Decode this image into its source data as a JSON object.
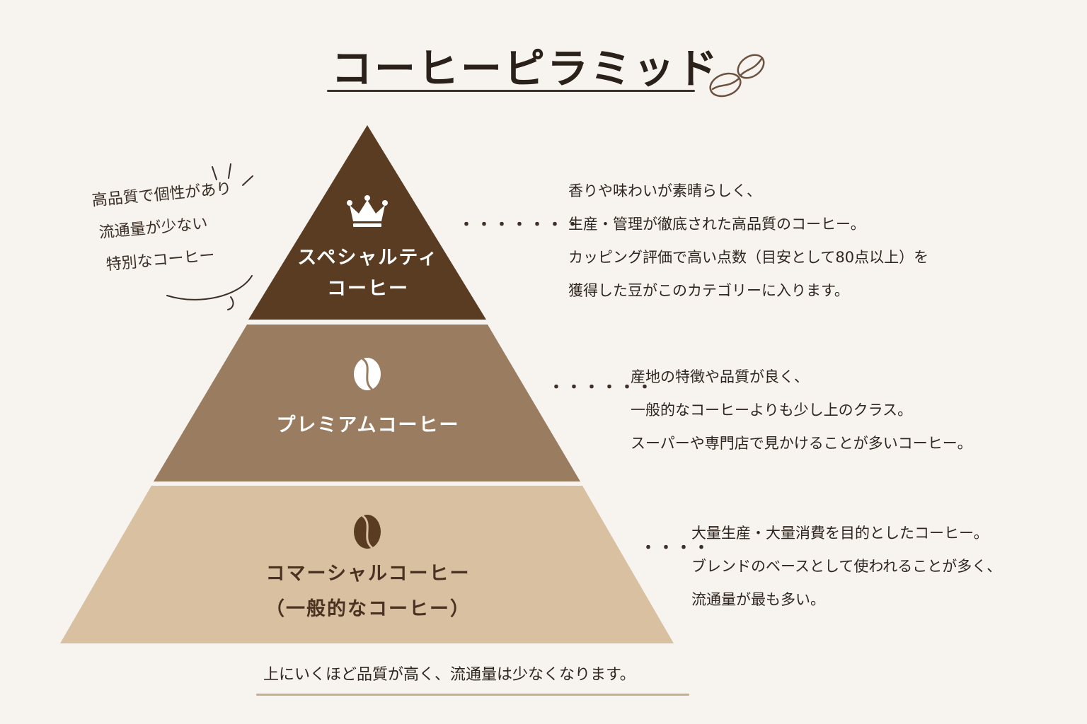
{
  "title": "コーヒーピラミッド",
  "colors": {
    "background": "#f7f3ee",
    "tier_top": "#5a3c23",
    "tier_mid": "#9a7d60",
    "tier_bottom": "#d8c0a1",
    "text_dark": "#2f2620"
  },
  "icons": {
    "title_decoration": "coffee-beans-icon",
    "top": "crown-icon",
    "middle": "coffee-bean-icon",
    "bottom": "coffee-bean-icon"
  },
  "callout": {
    "lines": [
      "高品質で個性があり",
      "流通量が少ない",
      "特別なコーヒー"
    ]
  },
  "tiers": [
    {
      "label_lines": [
        "スペシャルティ",
        "コーヒー"
      ],
      "dots": "・・・・・・・",
      "description": [
        "香りや味わいが素晴らしく、",
        "生産・管理が徹底された高品質のコーヒー。",
        "カッピング評価で高い点数（目安として80点以上）を",
        "獲得した豆がこのカテゴリーに入ります。"
      ]
    },
    {
      "label_lines": [
        "プレミアムコーヒー"
      ],
      "dots": "・・・・・・",
      "description": [
        "産地の特徴や品質が良く、",
        "一般的なコーヒーよりも少し上のクラス。",
        "スーパーや専門店で見かけることが多いコーヒー。"
      ]
    },
    {
      "label_lines": [
        "コマーシャルコーヒー",
        "（一般的なコーヒー）"
      ],
      "dots": "・・・・",
      "description": [
        "大量生産・大量消費を目的としたコーヒー。",
        "ブレンドのベースとして使われることが多く、",
        "流通量が最も多い。"
      ]
    }
  ],
  "footer": "上にいくほど品質が高く、流通量は少なくなります。"
}
